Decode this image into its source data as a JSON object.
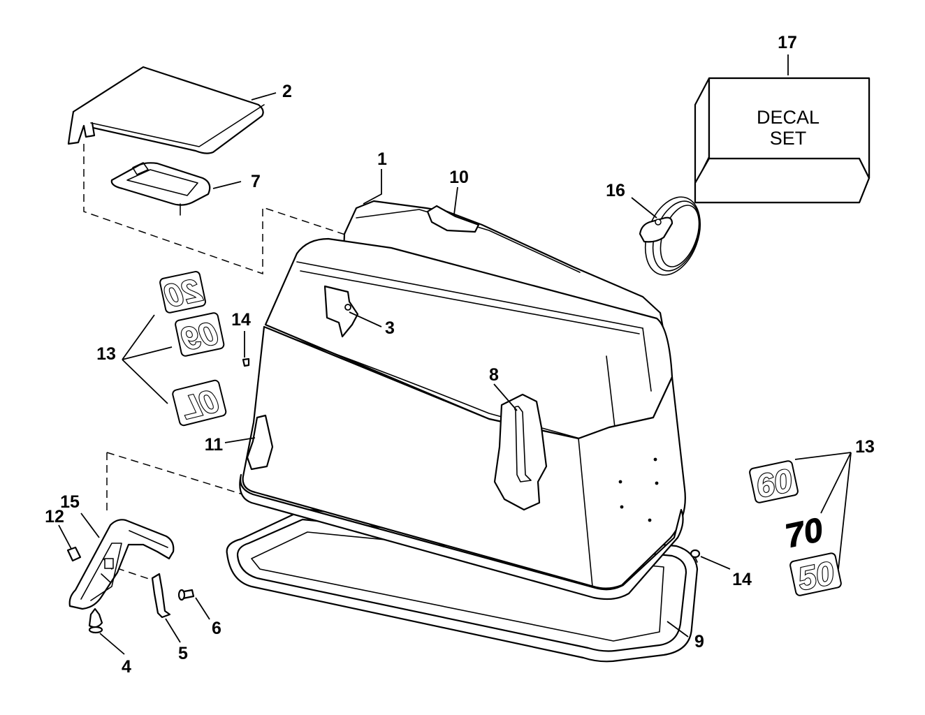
{
  "callouts": [
    {
      "id": "1",
      "label": "1"
    },
    {
      "id": "2",
      "label": "2"
    },
    {
      "id": "3",
      "label": "3"
    },
    {
      "id": "4",
      "label": "4"
    },
    {
      "id": "5",
      "label": "5"
    },
    {
      "id": "6",
      "label": "6"
    },
    {
      "id": "7",
      "label": "7"
    },
    {
      "id": "8",
      "label": "8"
    },
    {
      "id": "9",
      "label": "9"
    },
    {
      "id": "10",
      "label": "10"
    },
    {
      "id": "11",
      "label": "11"
    },
    {
      "id": "12",
      "label": "12"
    },
    {
      "id": "13a",
      "label": "13"
    },
    {
      "id": "13b",
      "label": "13"
    },
    {
      "id": "14a",
      "label": "14"
    },
    {
      "id": "14b",
      "label": "14"
    },
    {
      "id": "15",
      "label": "15"
    },
    {
      "id": "16",
      "label": "16"
    },
    {
      "id": "17",
      "label": "17"
    }
  ],
  "decal_box": {
    "line1": "DECAL",
    "line2": "SET"
  },
  "decals_left": [
    "20",
    "09",
    "0L"
  ],
  "decals_right": [
    "60",
    "70",
    "50"
  ]
}
